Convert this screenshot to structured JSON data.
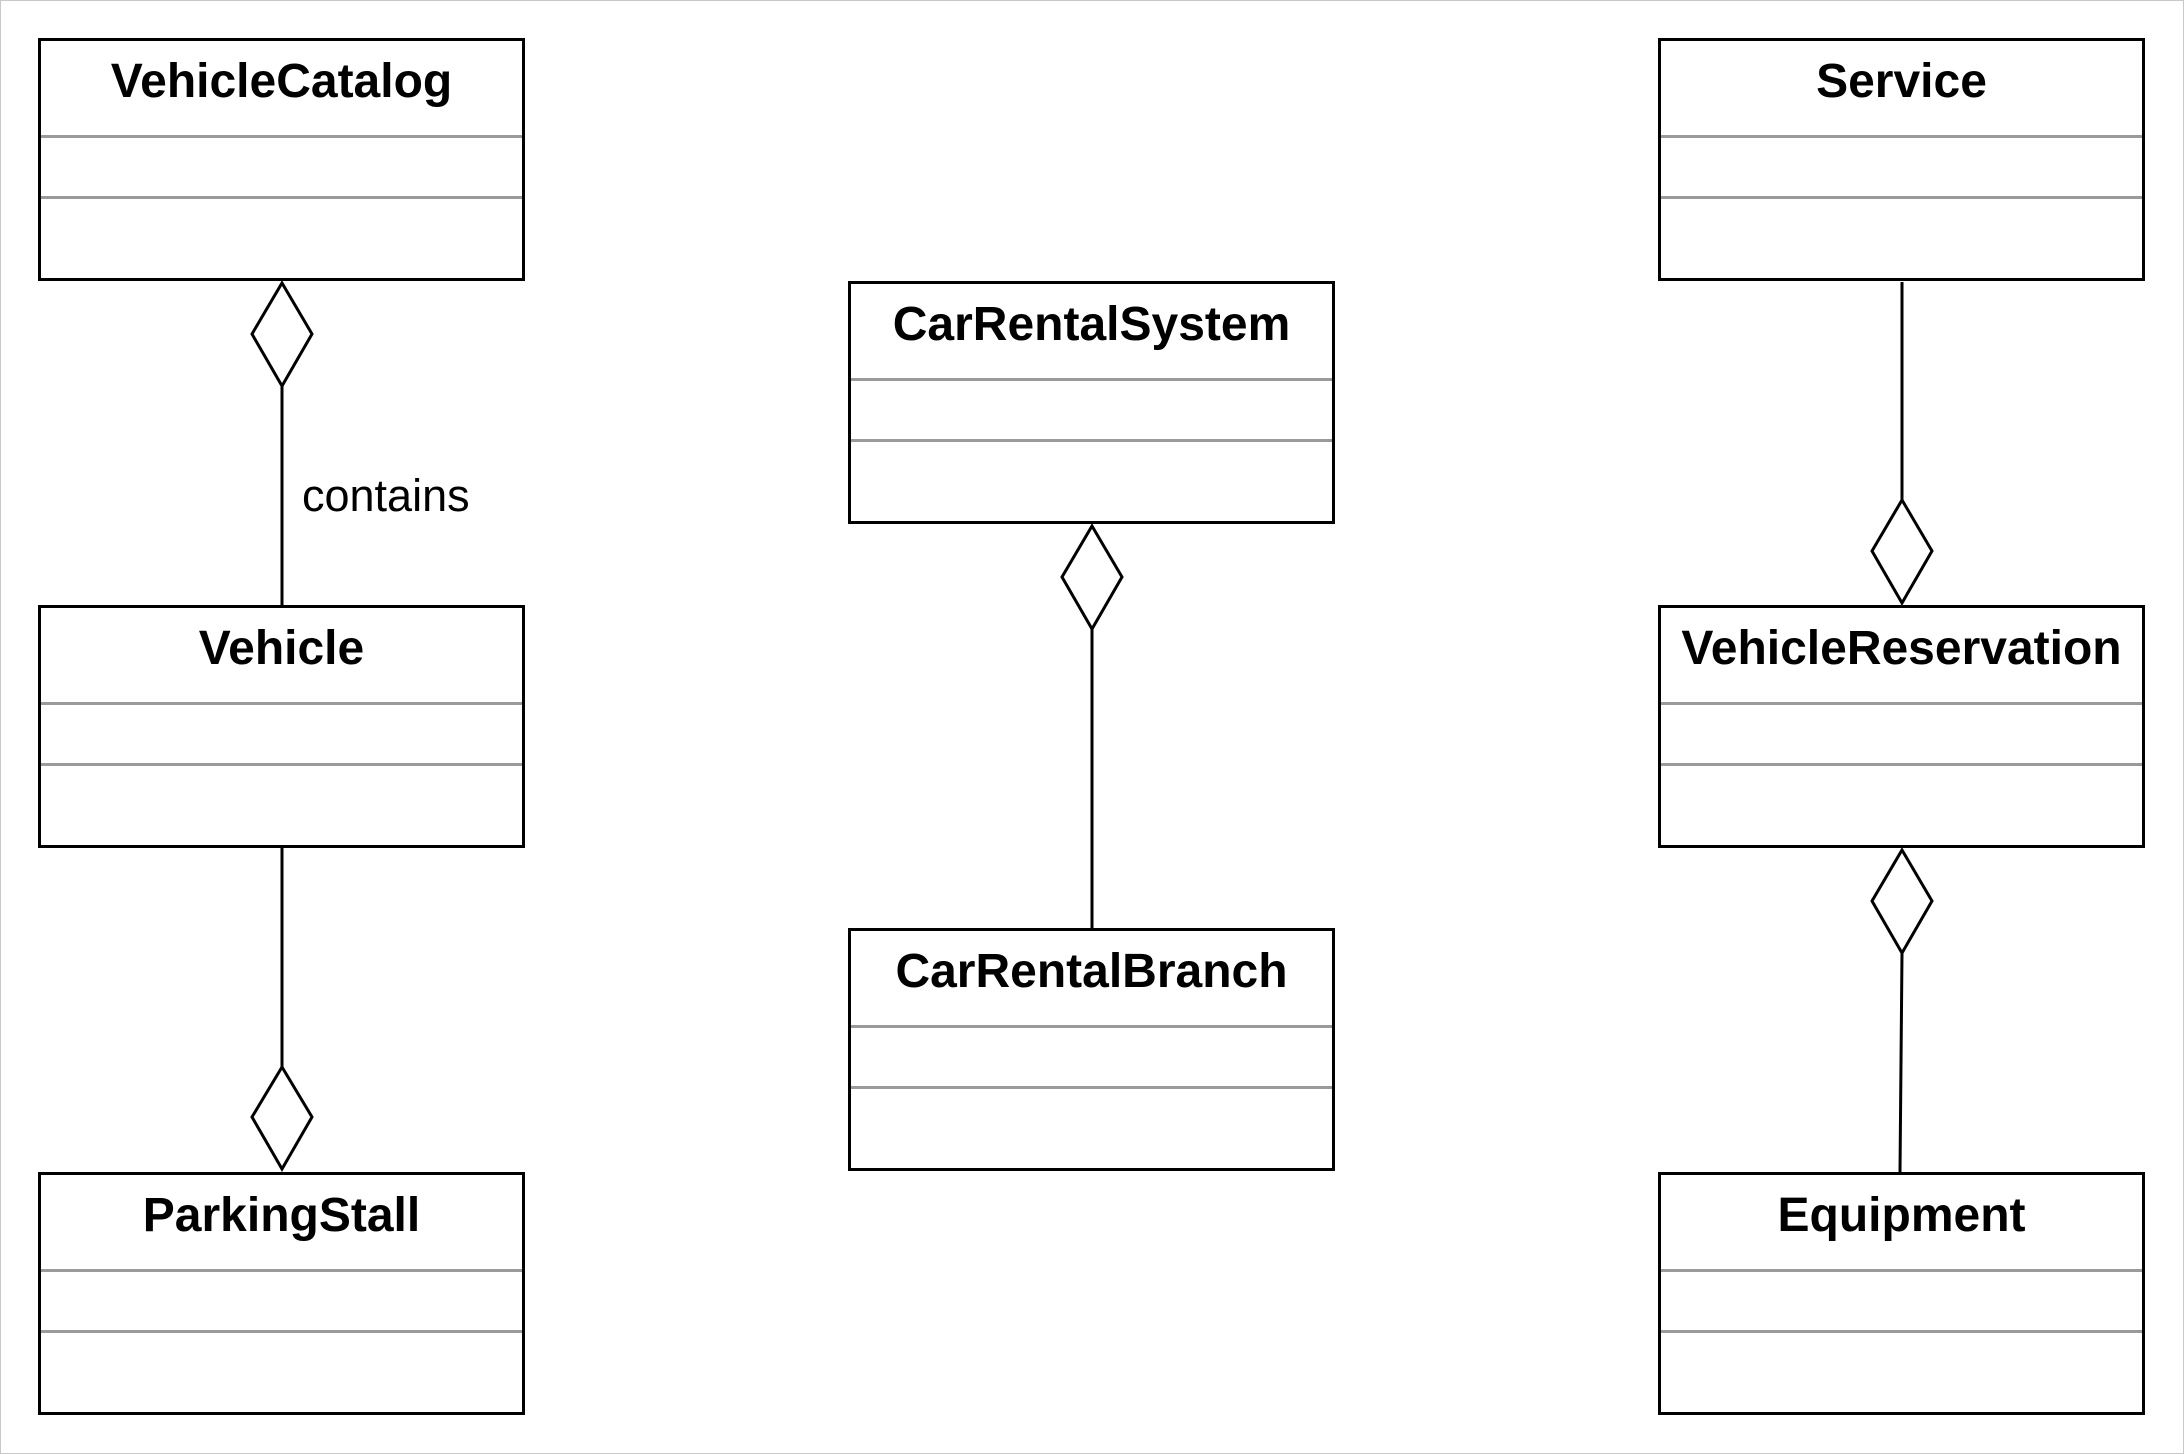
{
  "classes": {
    "vehicle_catalog": {
      "name": "VehicleCatalog"
    },
    "vehicle": {
      "name": "Vehicle"
    },
    "parking_stall": {
      "name": "ParkingStall"
    },
    "car_rental_system": {
      "name": "CarRentalSystem"
    },
    "car_rental_branch": {
      "name": "CarRentalBranch"
    },
    "service": {
      "name": "Service"
    },
    "vehicle_reservation": {
      "name": "VehicleReservation"
    },
    "equipment": {
      "name": "Equipment"
    }
  },
  "relations": [
    {
      "from": "VehicleCatalog",
      "to": "Vehicle",
      "kind": "aggregation",
      "label": "contains"
    },
    {
      "from": "ParkingStall",
      "to": "Vehicle",
      "kind": "aggregation",
      "label": ""
    },
    {
      "from": "CarRentalSystem",
      "to": "CarRentalBranch",
      "kind": "aggregation",
      "label": ""
    },
    {
      "from": "VehicleReservation",
      "to": "Service",
      "kind": "aggregation",
      "label": ""
    },
    {
      "from": "VehicleReservation",
      "to": "Equipment",
      "kind": "aggregation",
      "label": ""
    }
  ],
  "colors": {
    "line": "#000000",
    "separator": "#9a9a9a",
    "background": "#ffffff"
  }
}
